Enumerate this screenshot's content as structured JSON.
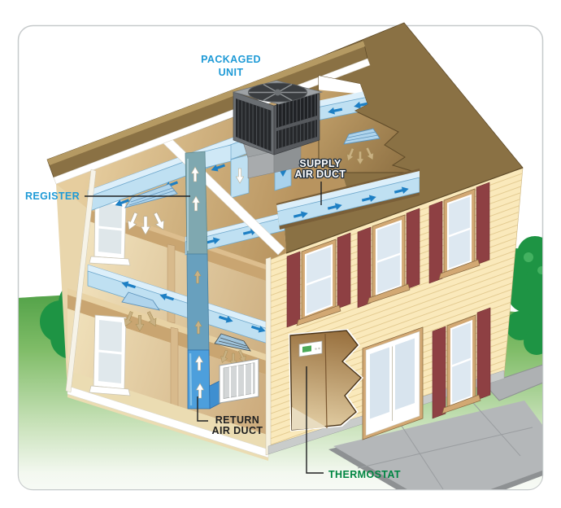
{
  "diagram": {
    "labels": {
      "packaged_unit": {
        "line1": "PACKAGED",
        "line2": "UNIT"
      },
      "supply_air_duct": {
        "line1": "SUPPLY",
        "line2": "AIR DUCT"
      },
      "register": {
        "line1": "REGISTER"
      },
      "return_air_duct": {
        "line1": "RETURN",
        "line2": "AIR DUCT"
      },
      "thermostat": {
        "line1": "THERMOSTAT"
      }
    },
    "label_colors": {
      "packaged_unit": "#1E9AD6",
      "supply_air_duct": "#FFFFFF",
      "register": "#1E9AD6",
      "return_air_duct": "#1F2021",
      "thermostat": "#008542"
    },
    "palette": {
      "roof_brown": "#8A7144",
      "roof_ridge_light": "#B59A63",
      "siding_yellow": "#FAE9BB",
      "shutter_maroon": "#8E4043",
      "duct_light_blue": "#BFE0F2",
      "duct_top_blue": "#DCEFFA",
      "return_duct_blue": "#4D9FDC",
      "arrow_blue": "#1D7FC4",
      "grass_green": "#57A34B",
      "bush_green": "#1E9444",
      "patio_gray": "#B4B7B9",
      "unit_dark": "#26282B"
    }
  }
}
